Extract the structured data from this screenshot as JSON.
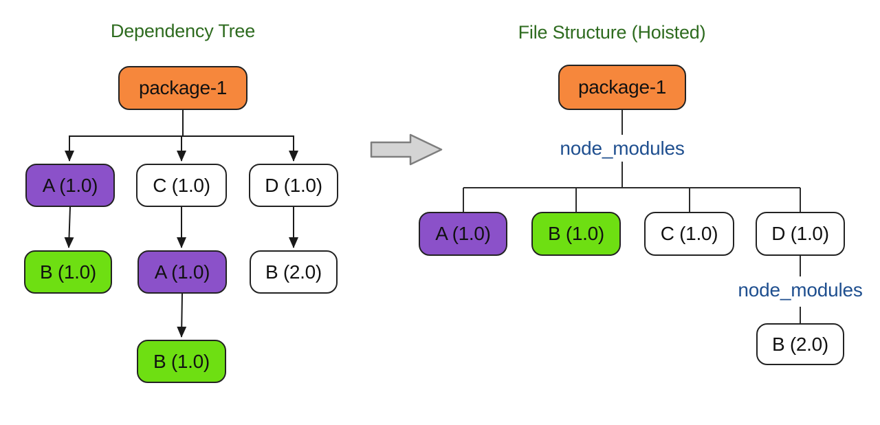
{
  "left_diagram": {
    "title": "Dependency Tree",
    "nodes": {
      "package1": {
        "label": "package-1",
        "color": "#F6873C"
      },
      "a": {
        "label": "A (1.0)",
        "color": "#8B51C9"
      },
      "c": {
        "label": "C (1.0)",
        "color": "#FFFFFF"
      },
      "d": {
        "label": "D (1.0)",
        "color": "#FFFFFF"
      },
      "b_under_a": {
        "label": "B (1.0)",
        "color": "#6EDF12"
      },
      "a_under_c": {
        "label": "A (1.0)",
        "color": "#8B51C9"
      },
      "b2_under_d": {
        "label": "B (2.0)",
        "color": "#FFFFFF"
      },
      "b_under_ac": {
        "label": "B (1.0)",
        "color": "#6EDF12"
      }
    }
  },
  "right_diagram": {
    "title": "File Structure (Hoisted)",
    "folder_label_root": "node_modules",
    "folder_label_d": "node_modules",
    "nodes": {
      "package1": {
        "label": "package-1",
        "color": "#F6873C"
      },
      "a": {
        "label": "A (1.0)",
        "color": "#8B51C9"
      },
      "b": {
        "label": "B (1.0)",
        "color": "#6EDF12"
      },
      "c": {
        "label": "C (1.0)",
        "color": "#FFFFFF"
      },
      "d": {
        "label": "D (1.0)",
        "color": "#FFFFFF"
      },
      "b2": {
        "label": "B (2.0)",
        "color": "#FFFFFF"
      }
    }
  },
  "colors": {
    "title_green": "#2E6B1F",
    "folder_blue": "#1F4F8F",
    "edge_black": "#1A1A1A",
    "hoist_arrow_fill": "#D4D4D4",
    "hoist_arrow_stroke": "#7E7E7E"
  }
}
